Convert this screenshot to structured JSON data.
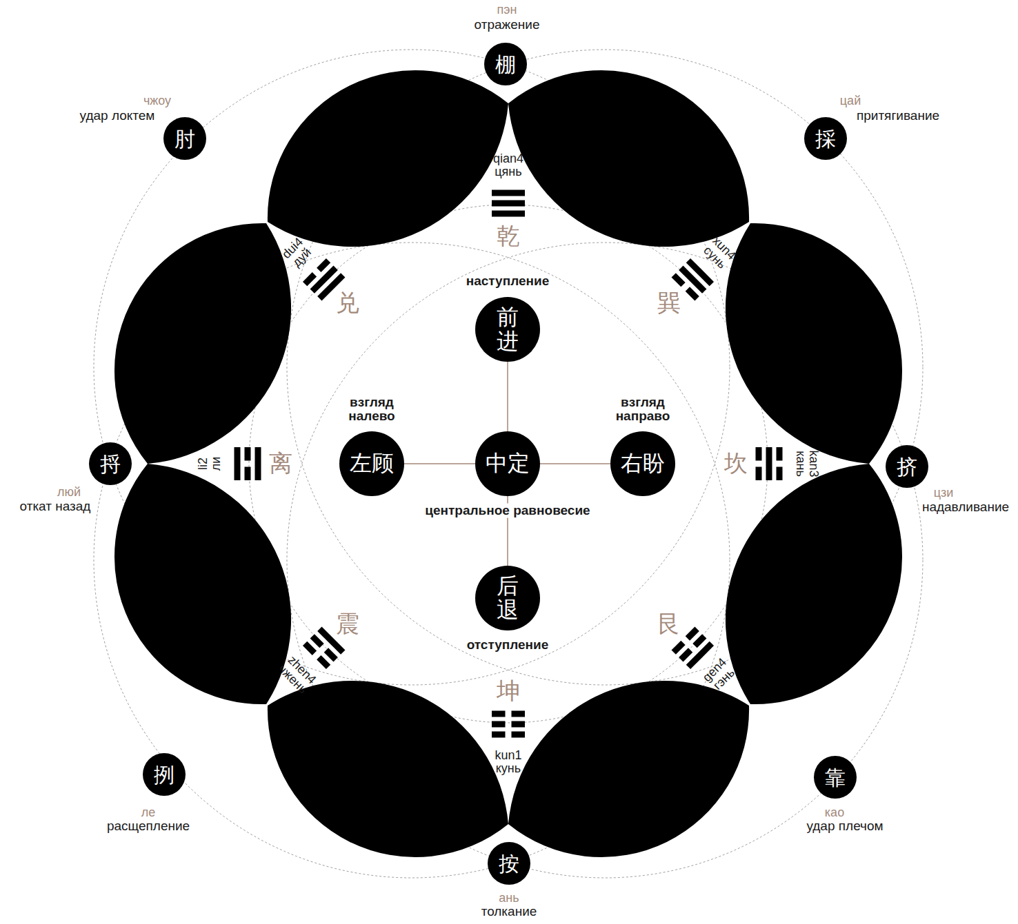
{
  "diagram": {
    "nodes": [
      {
        "text": [
          "пэн",
          "отражение",
          "棚"
        ]
      },
      {
        "text": [
          "чжоу",
          "удар локтем",
          "肘"
        ]
      },
      {
        "text": [
          "цай",
          "притягивание",
          "採"
        ]
      },
      {
        "text": [
          "наступление",
          "前进"
        ]
      },
      {
        "text": [
          "捋",
          "люй",
          "откат назад"
        ]
      },
      {
        "text": [
          "взгляд налево",
          "左顾"
        ]
      },
      {
        "text": [
          "中定",
          "центральное равновесие"
        ]
      },
      {
        "text": [
          "взгляд направо",
          "右盼"
        ]
      },
      {
        "text": [
          "挤",
          "цзи",
          "надавливание"
        ]
      },
      {
        "text": [
          "后退",
          "отступление"
        ]
      },
      {
        "text": [
          "挒",
          "ле",
          "расщепление"
        ]
      },
      {
        "text": [
          "靠",
          "као",
          "удар плечом"
        ]
      },
      {
        "text": [
          "按",
          "ань",
          "толкание"
        ]
      }
    ],
    "edges": [
      {
        "from": 6,
        "to": 3,
        "arrow": "none"
      },
      {
        "from": 6,
        "to": 5,
        "arrow": "none"
      },
      {
        "from": 6,
        "to": 7,
        "arrow": "none"
      },
      {
        "from": 6,
        "to": 9,
        "arrow": "none"
      }
    ],
    "labels": [
      "qian4",
      "цянь",
      "乾",
      "dui4",
      "дуй",
      "兑",
      "xun4",
      "сунь",
      "巽",
      "li2",
      "ли",
      "离",
      "kan3",
      "кань",
      "坎",
      "zhen4",
      "чжень",
      "震",
      "gen4",
      "гэнь",
      "艮",
      "kun1",
      "кунь",
      "坤"
    ]
  }
}
